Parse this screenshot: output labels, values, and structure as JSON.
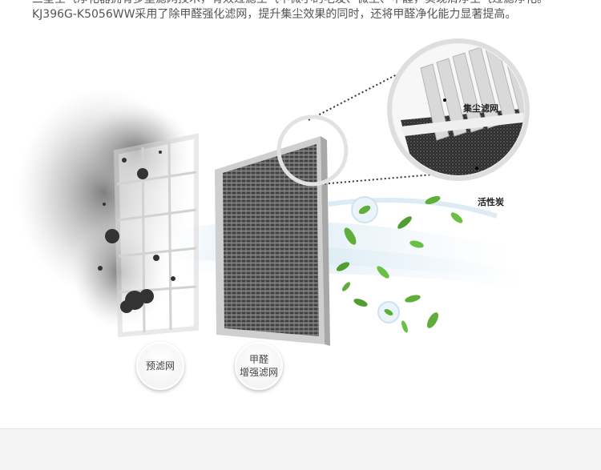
{
  "intro": {
    "line1": "三星空气净化器拥有多重滤网技术，有效过滤空气中微小的毛发、微尘、甲醛，实现清净空气过滤净化。",
    "line2": "KJ396G-K5056WW采用了除甲醛强化滤网，提升集尘效果的同时，还将甲醛净化能力显著提高。"
  },
  "callout": {
    "dust_filter": "集尘滤网",
    "carbon": "活性炭"
  },
  "badges": {
    "pre_filter": "预滤网",
    "hcho_line1": "甲醛",
    "hcho_line2": "增强滤网"
  },
  "colors": {
    "leaf": "#5fae3a",
    "leaf_dark": "#3f8a26",
    "air": "#d9eaf4",
    "frame": "#dcdcdc"
  }
}
